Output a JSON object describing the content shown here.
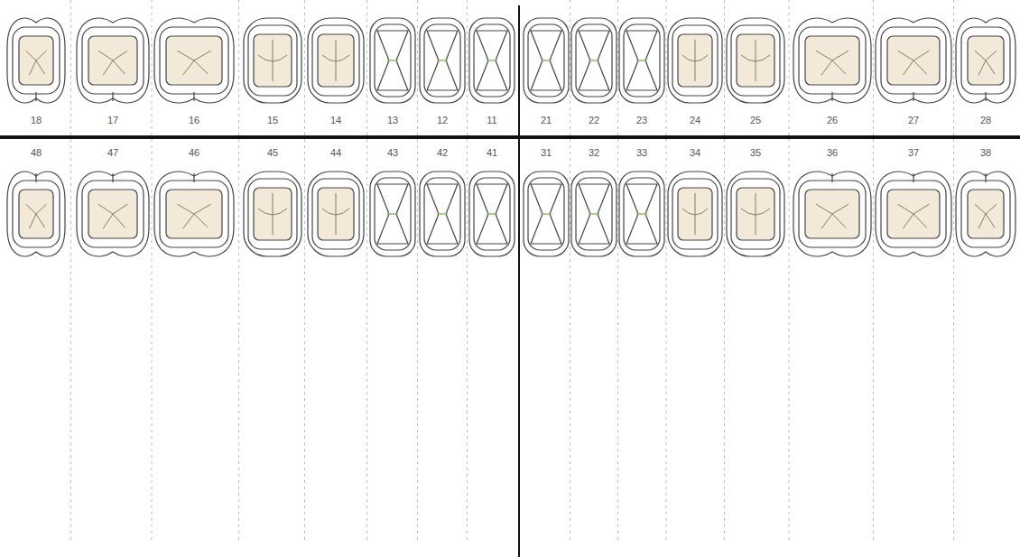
{
  "diagram": {
    "labels": [
      "18",
      "17",
      "16",
      "15",
      "14",
      "13",
      "12",
      "11",
      "21",
      "22",
      "23",
      "24",
      "25",
      "26",
      "27",
      "28",
      "48",
      "47",
      "46",
      "45",
      "44",
      "43",
      "42",
      "41",
      "31",
      "32",
      "33",
      "34",
      "35",
      "36",
      "37",
      "38"
    ]
  }
}
